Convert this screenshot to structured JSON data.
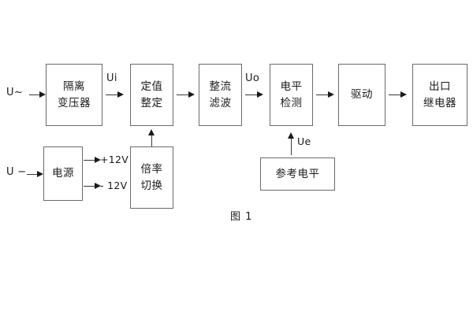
{
  "figure": {
    "caption": "图 1",
    "inputs": {
      "ac_source": "U~",
      "dc_source": "U −"
    },
    "signal_labels": {
      "ui": "Ui",
      "uo": "Uo",
      "ue": "Ue"
    },
    "power_rails": {
      "positive": "+12V",
      "negative": "- 12V"
    },
    "blocks": [
      {
        "id": "isolation-transformer",
        "line1": "隔离",
        "line2": "变压器"
      },
      {
        "id": "setting-value",
        "line1": "定值",
        "line2": "整定"
      },
      {
        "id": "rectify-filter",
        "line1": "整流",
        "line2": "滤波"
      },
      {
        "id": "level-detection",
        "line1": "电平",
        "line2": "检测"
      },
      {
        "id": "drive",
        "line1": "驱动",
        "line2": ""
      },
      {
        "id": "output-relay",
        "line1": "出口",
        "line2": "继电器"
      },
      {
        "id": "power-supply",
        "line1": "电源",
        "line2": ""
      },
      {
        "id": "multiplier-switch",
        "line1": "倍率",
        "line2": "切换"
      },
      {
        "id": "reference-level",
        "line1": "参考电平",
        "line2": ""
      }
    ],
    "colors": {
      "box_border": "#6b6b6b",
      "line": "#3a3a3a",
      "text": "#1a1a1a",
      "background": "#ffffff"
    }
  }
}
